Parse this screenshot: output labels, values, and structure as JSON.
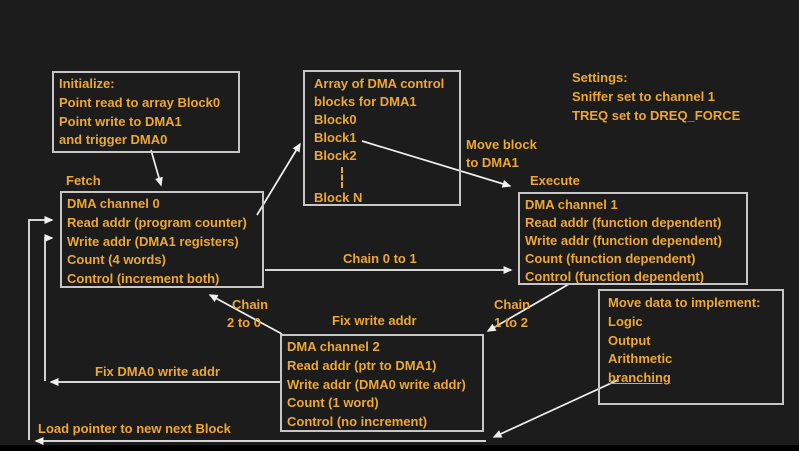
{
  "colors": {
    "background": "#1c1c1c",
    "text": "#eda733",
    "box_border": "#c6c6c6",
    "arrow": "#f0f0f0",
    "bottom_bar": "#000000"
  },
  "boxes": {
    "initialize": {
      "lines": [
        "Initialize:",
        "Point read to array Block0",
        "Point write to DMA1",
        "and trigger DMA0"
      ]
    },
    "array": {
      "lines": [
        "Array of DMA control",
        "blocks for DMA1",
        "Block0",
        "Block1",
        "Block2"
      ],
      "last_line": "Block N"
    },
    "fetch": {
      "title": "Fetch",
      "lines": [
        "DMA channel 0",
        "Read addr (program counter)",
        "Write addr (DMA1 registers)",
        "Count (4 words)",
        "Control (increment both)"
      ]
    },
    "execute": {
      "title": "Execute",
      "lines": [
        "DMA channel 1",
        "Read addr (function dependent)",
        "Write addr (function dependent)",
        "Count (function dependent)",
        "Control (function dependent)"
      ]
    },
    "fix_write_addr": {
      "title": "Fix write addr",
      "lines": [
        "DMA channel 2",
        "Read addr  (ptr to DMA1)",
        "Write addr (DMA0 write addr)",
        "Count (1 word)",
        "Control (no increment)"
      ]
    },
    "move_data": {
      "lines": [
        "Move data to implement:",
        "Logic",
        "Output",
        "Arithmetic"
      ],
      "underlined_line": "branching"
    }
  },
  "settings": {
    "lines": [
      "Settings:",
      "Sniffer set to channel 1",
      "TREQ set to DREQ_FORCE"
    ]
  },
  "labels": {
    "move_block": [
      "Move block",
      "to DMA1"
    ],
    "chain_0_to_1": "Chain 0 to 1",
    "chain_2_to_0": [
      "Chain",
      "2 to 0"
    ],
    "chain_1_to_2": [
      "Chain",
      "1 to 2"
    ],
    "fix_dma0_write_addr": "Fix DMA0 write addr",
    "load_pointer": "Load pointer to new next Block"
  }
}
